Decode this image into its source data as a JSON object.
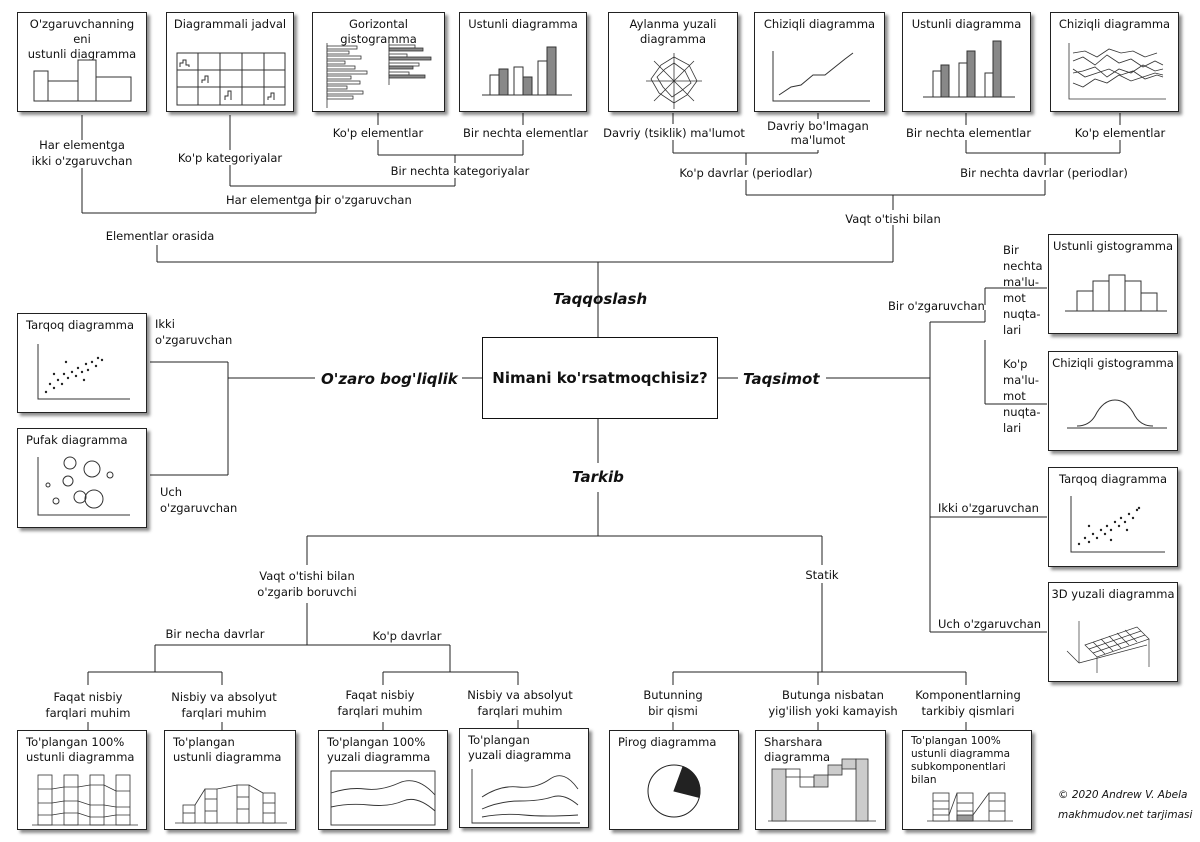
{
  "center": "Nimani ko'rsatmoqchisiz?",
  "categories": {
    "comparison": "Taqqoslash",
    "relationship": "O'zaro bog'liqlik",
    "distribution": "Taqsimot",
    "composition": "Tarkib"
  },
  "labels": {
    "two_vars_per_item": "Har elementga\nikki o'zgaruvchan",
    "many_categories": "Ko'p kategoriyalar",
    "many_items_1": "Ko'p elementlar",
    "few_items_1": "Bir nechta elementlar",
    "few_categories": "Bir nechta kategoriyalar",
    "one_var_per_item": "Har elementga bir o'zgaruvchan",
    "among_items": "Elementlar orasida",
    "cyclical": "Davriy (tsiklik) ma'lumot",
    "non_cyclical": "Davriy bo'lmagan\nma'lumot",
    "few_items_2": "Bir nechta elementlar",
    "many_items_2": "Ko'p elementlar",
    "many_periods": "Ko'p davrlar (periodlar)",
    "few_periods": "Bir nechta davrlar (periodlar)",
    "over_time": "Vaqt o'tishi bilan",
    "rel_two_vars": "Ikki\no'zgaruvchan",
    "rel_three_vars": "Uch\no'zgaruvchan",
    "dist_one_var": "Bir o'zgaruvchan",
    "dist_few_points": "Bir\nnechta\nma'lu-\nmot\nnuqta-\nlari",
    "dist_many_points": "Ko'p\nma'lu-\nmot\nnuqta-\nlari",
    "dist_two_vars": "Ikki o'zgaruvchan",
    "dist_three_vars": "Uch o'zgaruvchan",
    "changing_over_time": "Vaqt o'tishi bilan\no'zgarib boruvchi",
    "static": "Statik",
    "few_periods_comp": "Bir necha davrlar",
    "many_periods_comp": "Ko'p davrlar",
    "relative_only_1": "Faqat nisbiy\nfarqlari muhim",
    "relative_absolute_1": "Nisbiy va absolyut\nfarqlari muhim",
    "relative_only_2": "Faqat nisbiy\nfarqlari muhim",
    "relative_absolute_2": "Nisbiy va absolyut\nfarqlari muhim",
    "share_of_total": "Butunning\nbir qismi",
    "accumulation": "Butunga nisbatan\nyig'ilish yoki kamayish",
    "components": "Komponentlarning\ntarkibiy qismlari"
  },
  "charts": {
    "variable_width_column": "O'zgaruvchanning eni\nustunli diagramma",
    "table_embedded": "Diagrammali jadval",
    "bar_horizontal": "Gorizontal gistogramma",
    "column_chart_1": "Ustunli diagramma",
    "radar": "Aylanma yuzali\ndiagramma",
    "line_chart_1": "Chiziqli diagramma",
    "column_chart_2": "Ustunli diagramma",
    "line_chart_2": "Chiziqli diagramma",
    "scatter_rel": "Tarqoq diagramma",
    "bubble": "Pufak diagramma",
    "column_histogram": "Ustunli gistogramma",
    "line_histogram": "Chiziqli gistogramma",
    "scatter_dist": "Tarqoq diagramma",
    "surface_3d": "3D yuzali diagramma",
    "stacked_100_column": "To'plangan 100%\nustunli diagramma",
    "stacked_column": "To'plangan\nustunli diagramma",
    "stacked_100_area": "To'plangan 100%\nyuzali diagramma",
    "stacked_area": "To'plangan\nyuzali diagramma",
    "pie": "Pirog diagramma",
    "waterfall": "Sharshara\ndiagramma",
    "stacked_100_subcomponents": "To'plangan 100%\nustunli diagramma\nsubkomponentlari bilan"
  },
  "credit": {
    "author": "© 2020 Andrew V. Abela",
    "translation": "makhmudov.net tarjimasi"
  }
}
